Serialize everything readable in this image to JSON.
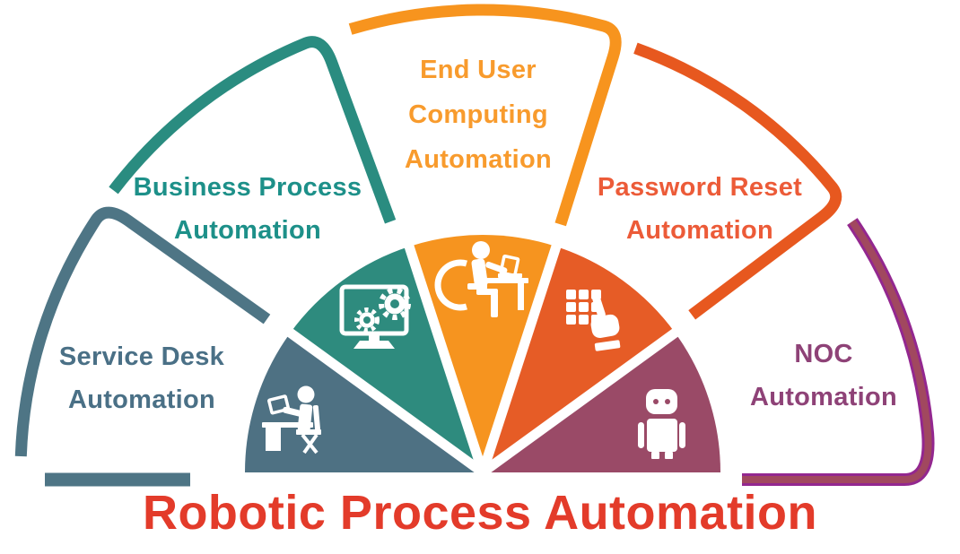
{
  "title": "Robotic Process Automation",
  "title_color": "#e33b2a",
  "segments": [
    {
      "id": "service-desk",
      "label": "Service Desk\nAutomation",
      "fill": "#4e7183",
      "arc": "#4e7585",
      "text_color": "#4a7086",
      "icon": "person-at-desk-icon"
    },
    {
      "id": "business-process",
      "label": "Business Process\nAutomation",
      "fill": "#2e8b7e",
      "arc": "#2a8c80",
      "text_color": "#1d9089",
      "icon": "monitor-gears-icon"
    },
    {
      "id": "end-user-computing",
      "label": "End User\nComputing\nAutomation",
      "fill": "#f6941f",
      "arc": "#f7941e",
      "text_color": "#f89b2d",
      "icon": "person-laptop-icon"
    },
    {
      "id": "password-reset",
      "label": "Password Reset\nAutomation",
      "fill": "#e65c26",
      "arc": "#e7581f",
      "text_color": "#ec5b38",
      "icon": "keypad-hand-icon"
    },
    {
      "id": "noc",
      "label": "NOC\nAutomation",
      "fill": "#9a4a67",
      "arc_outer": "#93278f",
      "arc_inner": "#a1485f",
      "text_color": "#8e4277",
      "icon": "robot-icon"
    }
  ]
}
